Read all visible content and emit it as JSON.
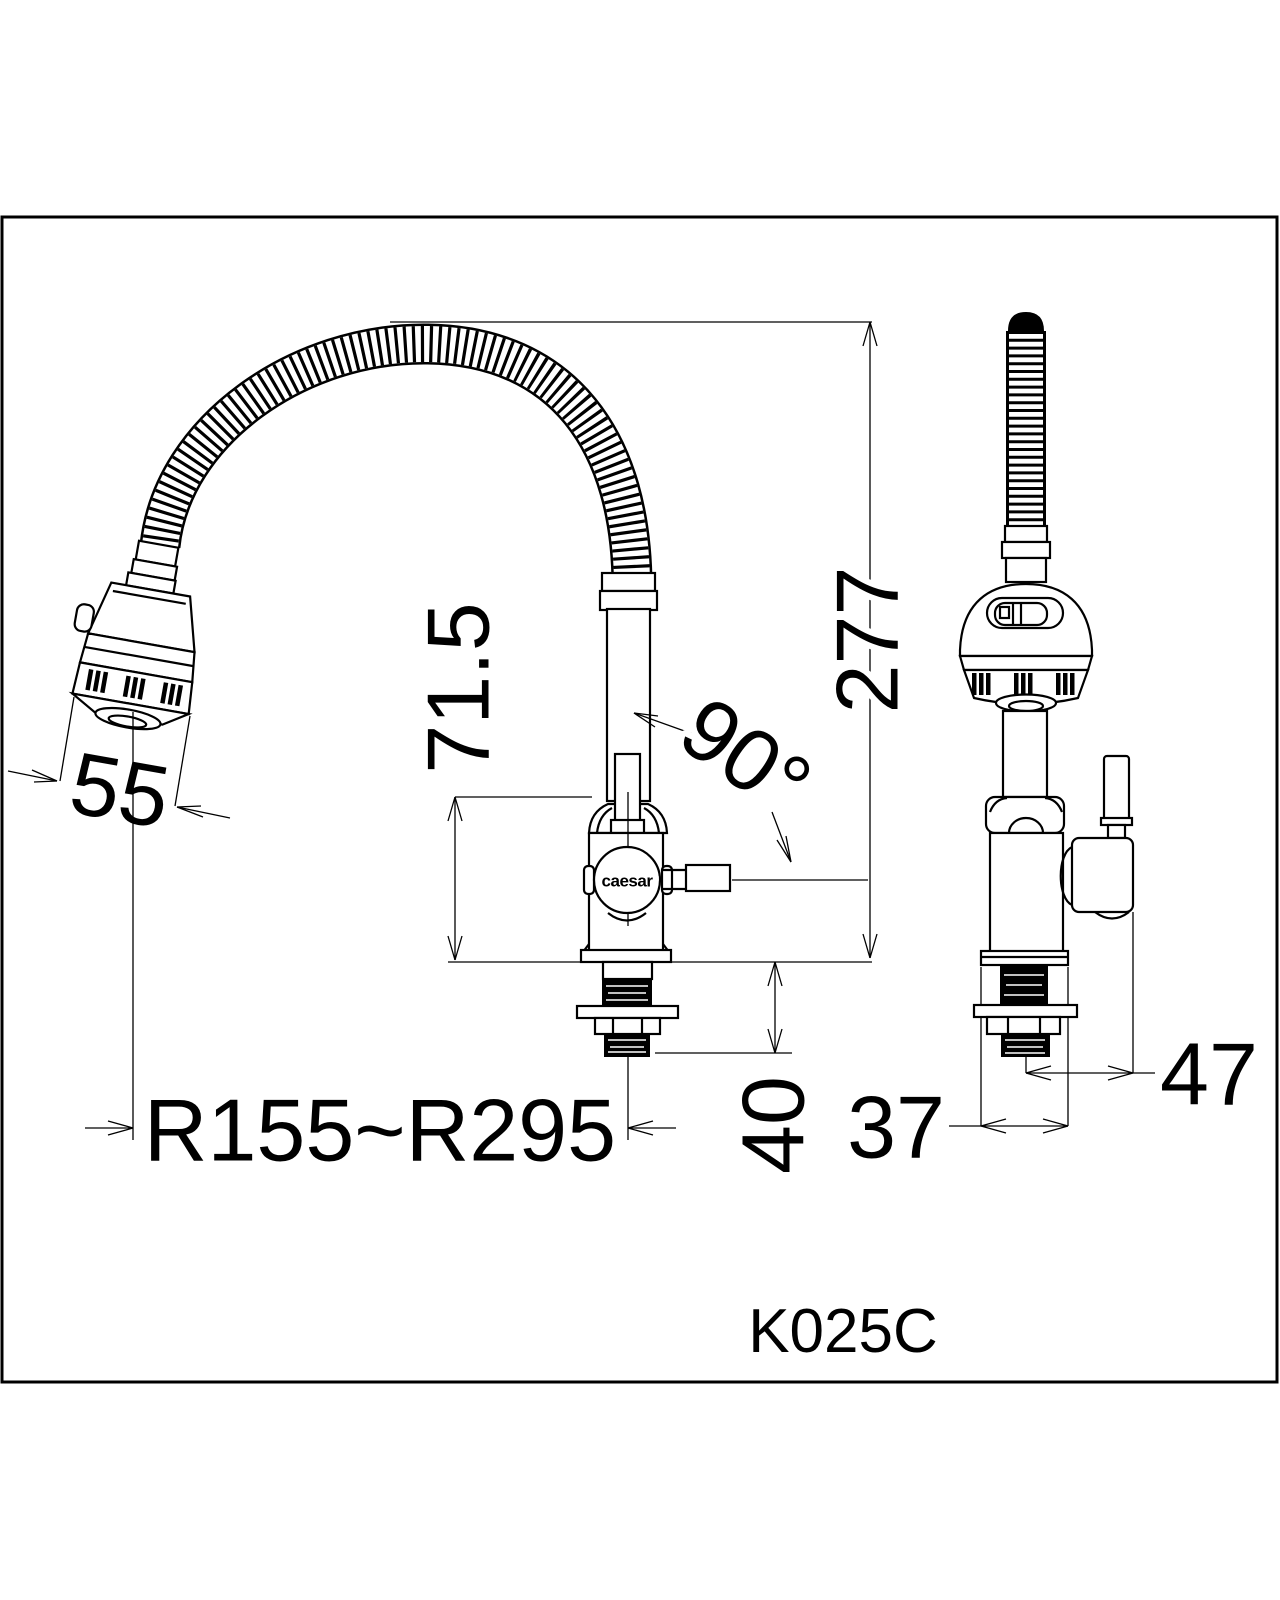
{
  "drawing": {
    "model_code": "K025C",
    "brand_logo": "caesar",
    "dimensions": {
      "spray_head_width": "55",
      "bend_radius_range": "R155~R295",
      "body_height": "71.5",
      "total_height": "277",
      "spout_angle": "90°",
      "under_counter_depth": "40",
      "base_width": "37",
      "handle_offset": "47"
    },
    "colors": {
      "line": "#000000",
      "background": "#ffffff"
    }
  }
}
